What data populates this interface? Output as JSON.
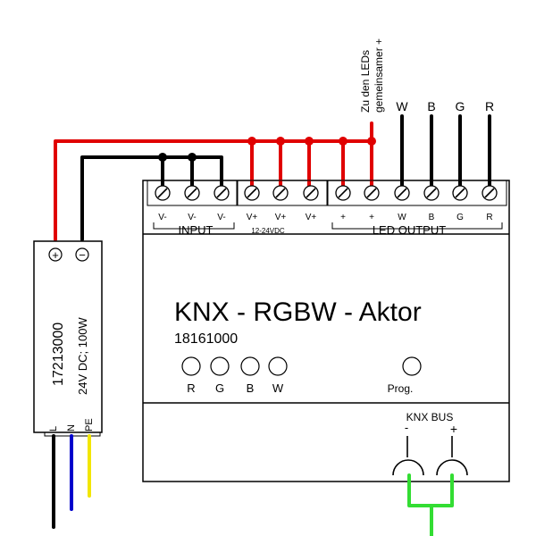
{
  "actuator": {
    "title": "KNX - RGBW - Aktor",
    "article_number": "18161000",
    "input_label": "INPUT",
    "output_label": "LED OUTPUT",
    "voltage_range": "12-24VDC",
    "terminals": [
      "V-",
      "V-",
      "V-",
      "V+",
      "V+",
      "V+",
      "+",
      "+",
      "W",
      "B",
      "G",
      "R"
    ],
    "leds": [
      "R",
      "G",
      "B",
      "W"
    ],
    "prog_label": "Prog.",
    "bus_label": "KNX BUS",
    "bus_minus": "-",
    "bus_plus": "+"
  },
  "power_supply": {
    "article_number": "17213000",
    "rating": "24V DC; 100W",
    "plus_symbol": "+",
    "minus_symbol": "−",
    "mains_labels": [
      "L",
      "N",
      "PE"
    ]
  },
  "led_connection": {
    "note_line1": "Zu den LEDs",
    "note_line2": "gemeinsamer +",
    "channels": [
      "W",
      "B",
      "G",
      "R"
    ]
  },
  "colors": {
    "red_wire": "#e00000",
    "black_wire": "#000000",
    "blue_wire": "#0000cc",
    "yellow_wire": "#f2e600",
    "green_wire": "#33dd33",
    "housing_stroke": "#000000"
  }
}
